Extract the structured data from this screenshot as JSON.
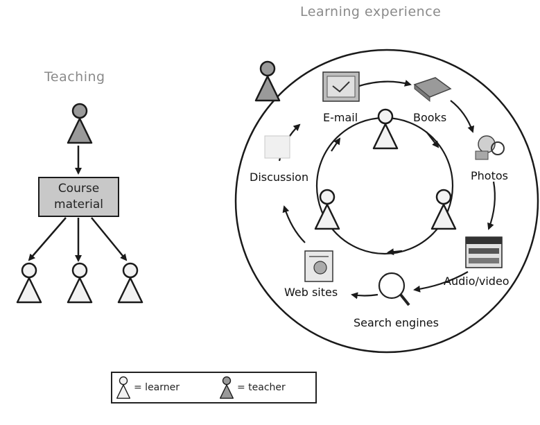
{
  "teaching": {
    "title": "Teaching",
    "box_line1": "Course",
    "box_line2": "material"
  },
  "learning": {
    "title": "Learning experience",
    "resources": {
      "email": "E-mail",
      "books": "Books",
      "photos": "Photos",
      "audio_video": "Audio/video",
      "search_engines": "Search engines",
      "web_sites": "Web sites",
      "discussion": "Discussion"
    }
  },
  "legend": {
    "learner_label": "= learner",
    "teacher_label": "= teacher"
  },
  "colors": {
    "teacher_fill": "#9a9a9a",
    "learner_fill": "#f2f2f2",
    "box_fill": "#c8c8c8",
    "line": "#1a1a1a",
    "title_gray": "#8a8a8a"
  }
}
